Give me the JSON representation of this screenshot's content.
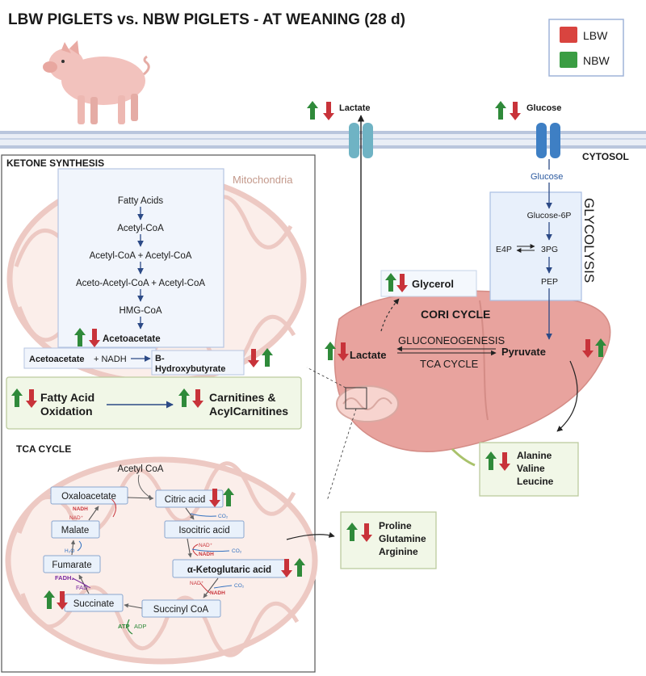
{
  "title": "LBW PIGLETS vs. NBW PIGLETS - AT WEANING (28 d)",
  "legend": {
    "items": [
      {
        "label": "LBW",
        "color": "#d9443f"
      },
      {
        "label": "NBW",
        "color": "#3a9d43"
      }
    ]
  },
  "colors": {
    "up": "#2f8a3a",
    "down": "#c8333a",
    "pathway": "#2c4a86",
    "liver": "#e8a39e",
    "mito_outline": "#edc9c3"
  },
  "membrane": {
    "lactate_label": "Lactate",
    "glucose_label": "Glucose",
    "cytosol_label": "CYTOSOL"
  },
  "ketone": {
    "section_title": "KETONE SYNTHESIS",
    "mito_label": "Mitochondria",
    "steps": [
      "Fatty Acids",
      "Acetyl-CoA",
      "Acetyl-CoA + Acetyl-CoA",
      "Aceto-Acetyl-CoA + Acetyl-CoA",
      "HMG-CoA"
    ],
    "acetoacetate": "Acetoacetate",
    "reaction_left": "Acetoacetate",
    "reaction_mid": "+ NADH",
    "product_line1": "B-",
    "product_line2": "Hydroxybutyrate"
  },
  "fao": {
    "left_line1": "Fatty Acid",
    "left_line2": "Oxidation",
    "right_line1": "Carnitines &",
    "right_line2": "AcylCarnitines"
  },
  "tca": {
    "section_title": "TCA CYCLE",
    "acetyl_coa": "Acetyl CoA",
    "nodes": {
      "oxaloacetate": "Oxaloacetate",
      "citric_acid": "Citric acid",
      "isocitric_acid": "Isocitric acid",
      "akg": "α-Ketoglutaric acid",
      "succinyl_coa": "Succinyl CoA",
      "succinate": "Succinate",
      "fumarate": "Fumarate",
      "malate": "Malate"
    },
    "cofactors": {
      "nadh_1": "NADH",
      "nad_1": "NAD⁺",
      "h2o": "H₂O",
      "co2_1": "CO₂",
      "nad_2": "NAD⁺",
      "nadh_2": "NADH",
      "co2_2": "CO₂",
      "nad_3": "NAD⁺",
      "nadh_3": "NADH",
      "co2_3": "CO₂",
      "fadh2": "FADH₂",
      "fad": "FAD",
      "atp": "ATP",
      "adp": "ADP"
    }
  },
  "aminoacids_1": {
    "lines": [
      "Proline",
      "Glutamine",
      "Arginine"
    ]
  },
  "aminoacids_2": {
    "lines": [
      "Alanine",
      "Valine",
      "Leucine"
    ]
  },
  "glycolysis": {
    "label": "GLYCOLYSIS",
    "glucose": "Glucose",
    "glucose_6p": "Glucose-6P",
    "e4p": "E4P",
    "pg3": "3PG",
    "pep": "PEP"
  },
  "liver": {
    "glycerol": "Glycerol",
    "cori_cycle": "CORI CYCLE",
    "lactate": "Lactate",
    "pyruvate": "Pyruvate",
    "gluconeogenesis": "GLUCONEOGENESIS",
    "tca_cycle": "TCA CYCLE"
  }
}
